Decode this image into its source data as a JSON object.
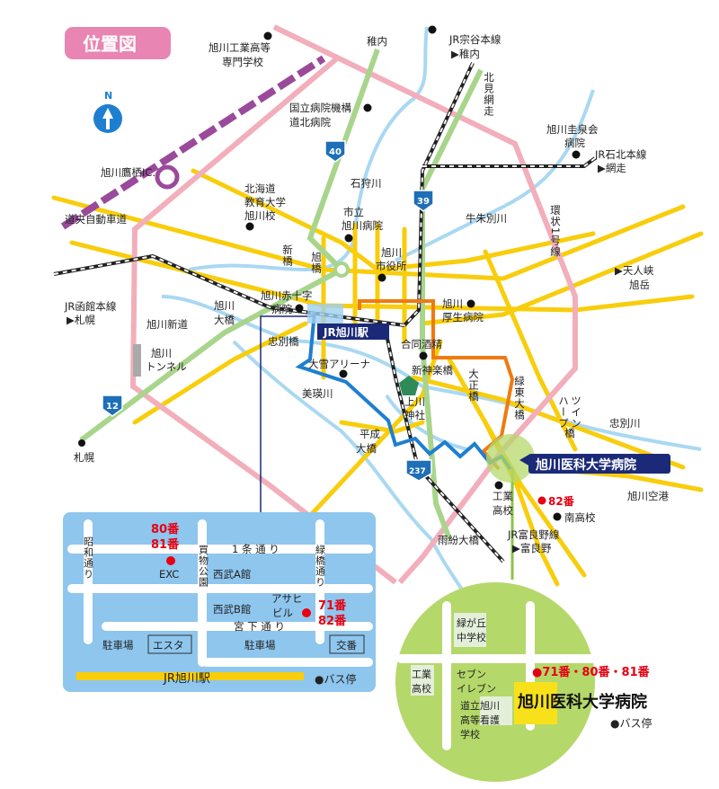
{
  "title": "位置図",
  "compass": "N",
  "colors": {
    "title_bg": "#e985b2",
    "route_blue": "#1e7fd0",
    "route_orange": "#f07a10",
    "label_navy": "#1b2a78",
    "inset_bg": "#8ec6ee",
    "circle_green": "#b5d86a",
    "bus_red": "#e60012",
    "road_yellow": "#f8cd0c"
  },
  "main_map": {
    "kosen": [
      "旭川工業高等",
      "専門学校"
    ],
    "wakkanai": "稚内",
    "soya": [
      "JR宗谷本線",
      "▶稚内"
    ],
    "kitami": "北見網走",
    "kokuritsu": [
      "国立病院機構",
      "道北病院"
    ],
    "keisenkai": [
      "旭川圭泉会",
      "病院"
    ],
    "sekihoku": [
      "JR石北本線",
      "▶網走"
    ],
    "takasu_ic": "旭川鷹栖IC.",
    "doo_expressway": "道央自動車道",
    "ishikari_river": "石狩川",
    "kyoiku": [
      "北海道",
      "教育大学",
      "旭川校"
    ],
    "shiritsu": [
      "市立",
      "旭川病院"
    ],
    "ushishubetsu_river": "牛朱別川",
    "kanjo": "環状1号線",
    "shinbashi": "新橋",
    "asahibashi": "旭橋",
    "shiyakusho": [
      "旭川",
      "市役所"
    ],
    "tenninkyo": [
      "▶天人峡",
      "旭岳"
    ],
    "hakodate": [
      "JR函館本線",
      "▶札幌"
    ],
    "sekijuji": [
      "旭川赤十字",
      "病院"
    ],
    "kosei": [
      "旭川",
      "厚生病院"
    ],
    "ohashi": [
      "旭川",
      "大橋"
    ],
    "shindo": "旭川新道",
    "chubetsubashi": "忠別橋",
    "station": "JR旭川駅",
    "godo": "合同酒精",
    "tunnel": [
      "旭川",
      "トンネル"
    ],
    "arena": "大雪アリーナ",
    "shinkagura": "新神楽橋",
    "taisho": "大正橋",
    "ryokuto": "緑東大橋",
    "twinharp": [
      "ツイン",
      "ハープ",
      "橋"
    ],
    "chubetsu_river": "忠別川",
    "biei_river": "美瑛川",
    "kamikawa": [
      "上川",
      "神社"
    ],
    "heisei": [
      "平成",
      "大橋"
    ],
    "sapporo": "札幌",
    "hospital": "旭川医科大学病院",
    "kogyo": [
      "工業",
      "高校"
    ],
    "bus82": "82番",
    "minami": "南高校",
    "airport": "旭川空港",
    "furano": [
      "JR富良野線",
      "▶富良野"
    ],
    "ufun": "雨紛大橋",
    "routes": {
      "r40": "40",
      "r39": "39",
      "r12": "12",
      "r237": "237"
    }
  },
  "station_inset": {
    "bus_top": [
      "80番",
      "81番"
    ],
    "exc": "EXC",
    "jo1": "1 条 通 り",
    "showa": "昭和通り",
    "kaimono": "買物公園",
    "seibu_a": "西武A館",
    "midoribashi": "緑橋通り",
    "seibu_b": "西武B館",
    "asahi": [
      "アサヒ",
      "ビル"
    ],
    "bus_right": [
      "71番",
      "82番"
    ],
    "miyashita": "宮 下 通 り",
    "parking1": "駐車場",
    "esta": "エスタ",
    "parking2": "駐車場",
    "koban": "交番",
    "station": "JR旭川駅",
    "bus_stop": "●バス停"
  },
  "hospital_inset": {
    "midorigaoka": [
      "緑が丘",
      "中学校"
    ],
    "kogyo": [
      "工業",
      "高校"
    ],
    "seven": [
      "セブン",
      "イレブン"
    ],
    "nursing": [
      "道立旭川",
      "高等看護",
      "学校"
    ],
    "bus": "●71番・80番・81番",
    "hospital": "旭川医科大学病院",
    "bus_stop": "●バス停"
  }
}
